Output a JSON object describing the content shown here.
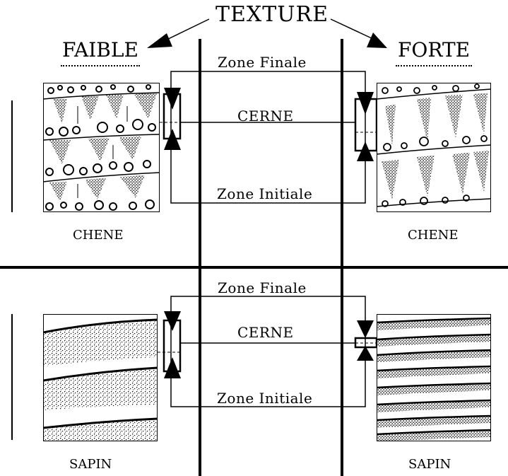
{
  "title": "TEXTURE",
  "left_heading": "FAIBLE",
  "right_heading": "FORTE",
  "top_panel": {
    "zone_finale": "Zone  Finale",
    "cerne": "CERNE",
    "zone_initiale": "Zone  Initiale",
    "left_wood": "CHENE",
    "right_wood": "CHENE"
  },
  "bottom_panel": {
    "zone_finale": "Zone  Finale",
    "cerne": "CERNE",
    "zone_initiale": "Zone  Initiale",
    "left_wood": "SAPIN",
    "right_wood": "SAPIN"
  }
}
